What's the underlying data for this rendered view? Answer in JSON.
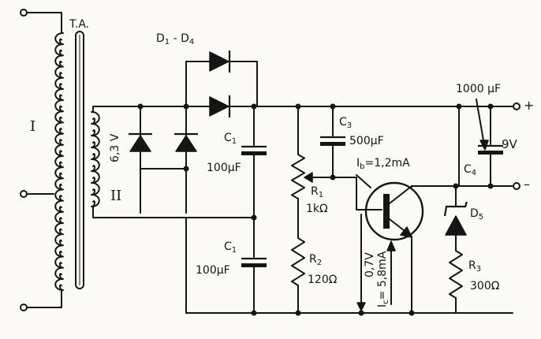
{
  "transformer": {
    "name": "T.A.",
    "primary": "I",
    "secondary": "II",
    "secondary_voltage": "6,3 V"
  },
  "rectifier": {
    "name": "D",
    "sub_a": "1",
    "sep": " - D",
    "sub_b": "4"
  },
  "capacitors": {
    "c1_top": {
      "name": "C",
      "sub": "1",
      "value": "100µF"
    },
    "c1_bottom": {
      "name": "C",
      "sub": "1",
      "value": "100µF"
    },
    "c3": {
      "name": "C",
      "sub": "3",
      "value": "500µF"
    },
    "c4": {
      "name": "C",
      "sub": "4",
      "value": "1000 µF"
    }
  },
  "resistors": {
    "r1": {
      "name": "R",
      "sub": "1",
      "value": "1kΩ"
    },
    "r2": {
      "name": "R",
      "sub": "2",
      "value": "120Ω"
    },
    "r3": {
      "name": "R",
      "sub": "3",
      "value": "300Ω"
    }
  },
  "zener": {
    "name": "D",
    "sub": "5"
  },
  "transistor": {
    "ib_name": "I",
    "ib_sub": "b",
    "ib_value": "=1,2mA",
    "ic_name": "I",
    "ic_sub": "c",
    "ic_value": "= 5,8mA",
    "vbe": "0,7V"
  },
  "output": {
    "voltage": "9V",
    "plus": "+",
    "minus": "–"
  }
}
